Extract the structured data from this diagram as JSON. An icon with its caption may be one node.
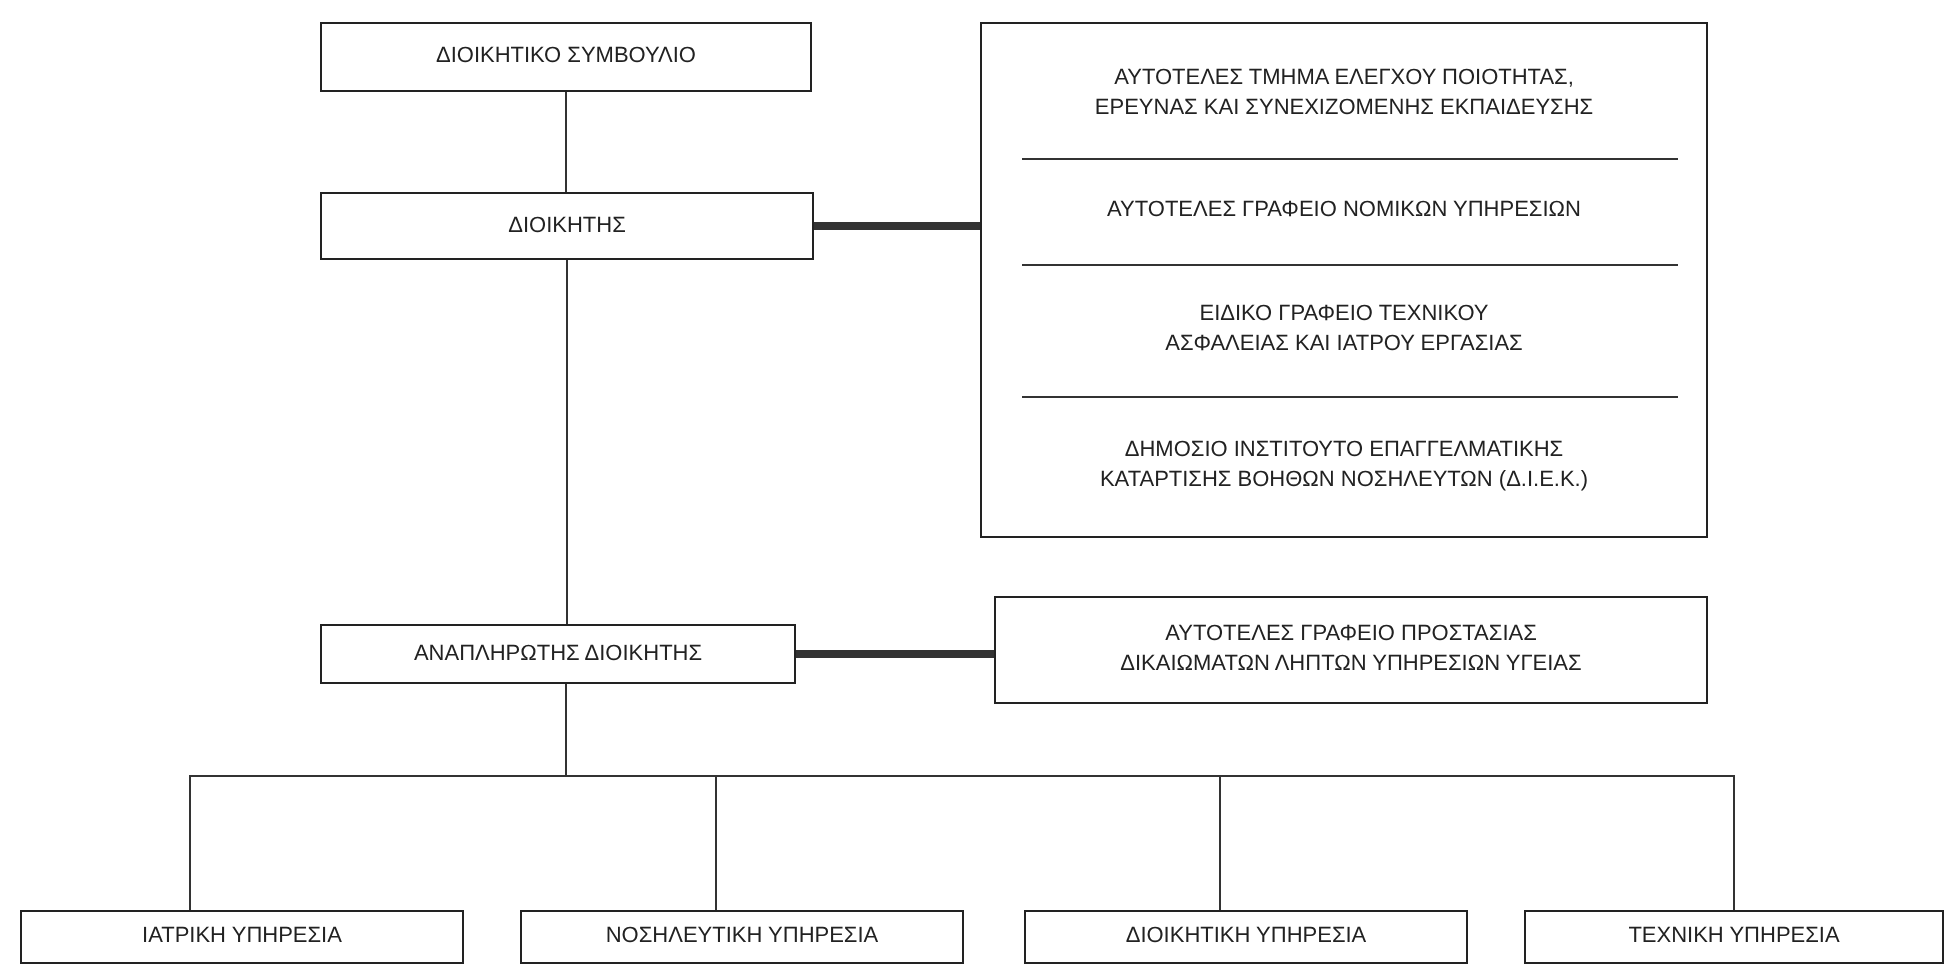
{
  "diagram": {
    "nodes": [
      {
        "text": [
          "ΔΙΟΙΚΗΤΙΚΟ ΣΥΜΒΟΥΛΙΟ"
        ]
      },
      {
        "text": [
          "ΔΙΟΙΚΗΤΗΣ"
        ]
      },
      {
        "text": [
          "ΑΥΤΟΤΕΛΕΣ ΤΜΗΜΑ ΕΛΕΓΧΟΥ ΠΟΙΟΤΗΤΑΣ, ΕΡΕΥΝΑΣ ΚΑΙ ΣΥΝΕΧΙΖΟΜΕΝΗΣ ΕΚΠΑΙΔΕΥΣΗΣ",
          "ΑΥΤΟΤΕΛΕΣ ΓΡΑΦΕΙΟ ΝΟΜΙΚΩΝ ΥΠΗΡΕΣΙΩΝ",
          "ΕΙΔΙΚΟ ΓΡΑΦΕΙΟ ΤΕΧΝΙΚΟΥ ΑΣΦΑΛΕΙΑΣ ΚΑΙ ΙΑΤΡΟΥ ΕΡΓΑΣΙΑΣ",
          "ΔΗΜΟΣΙΟ ΙΝΣΤΙΤΟΥΤΟ ΕΠΑΓΓΕΛΜΑΤΙΚΗΣ ΚΑΤΑΡΤΙΣΗΣ ΒΟΗΘΩΝ ΝΟΣΗΛΕΥΤΩΝ (Δ.Ι.Ε.Κ.)"
        ]
      },
      {
        "text": [
          "ΑΝΑΠΛΗΡΩΤΗΣ ΔΙΟΙΚΗΤΗΣ"
        ]
      },
      {
        "text": [
          "ΑΥΤΟΤΕΛΕΣ ΓΡΑΦΕΙΟ ΠΡΟΣΤΑΣΙΑΣ ΔΙΚΑΙΩΜΑΤΩΝ ΛΗΠΤΩΝ ΥΠΗΡΕΣΙΩΝ ΥΓΕΙΑΣ"
        ]
      },
      {
        "text": [
          "ΙΑΤΡΙΚΗ ΥΠΗΡΕΣΙΑ"
        ]
      },
      {
        "text": [
          "ΝΟΣΗΛΕΥΤΙΚΗ ΥΠΗΡΕΣΙΑ"
        ]
      },
      {
        "text": [
          "ΔΙΟΙΚΗΤΙΚΗ ΥΠΗΡΕΣΙΑ"
        ]
      },
      {
        "text": [
          "ΤΕΧΝΙΚΗ ΥΠΗΡΕΣΙΑ"
        ]
      }
    ],
    "edges": [
      {
        "from": 0,
        "to": 1,
        "arrow": "none"
      },
      {
        "from": 1,
        "to": 2,
        "arrow": "none",
        "style": "thick"
      },
      {
        "from": 1,
        "to": 3,
        "arrow": "none"
      },
      {
        "from": 3,
        "to": 4,
        "arrow": "none",
        "style": "thick"
      },
      {
        "from": 3,
        "to": 5,
        "arrow": "none"
      },
      {
        "from": 3,
        "to": 6,
        "arrow": "none"
      },
      {
        "from": 3,
        "to": 7,
        "arrow": "none"
      },
      {
        "from": 3,
        "to": 8,
        "arrow": "none"
      }
    ]
  }
}
